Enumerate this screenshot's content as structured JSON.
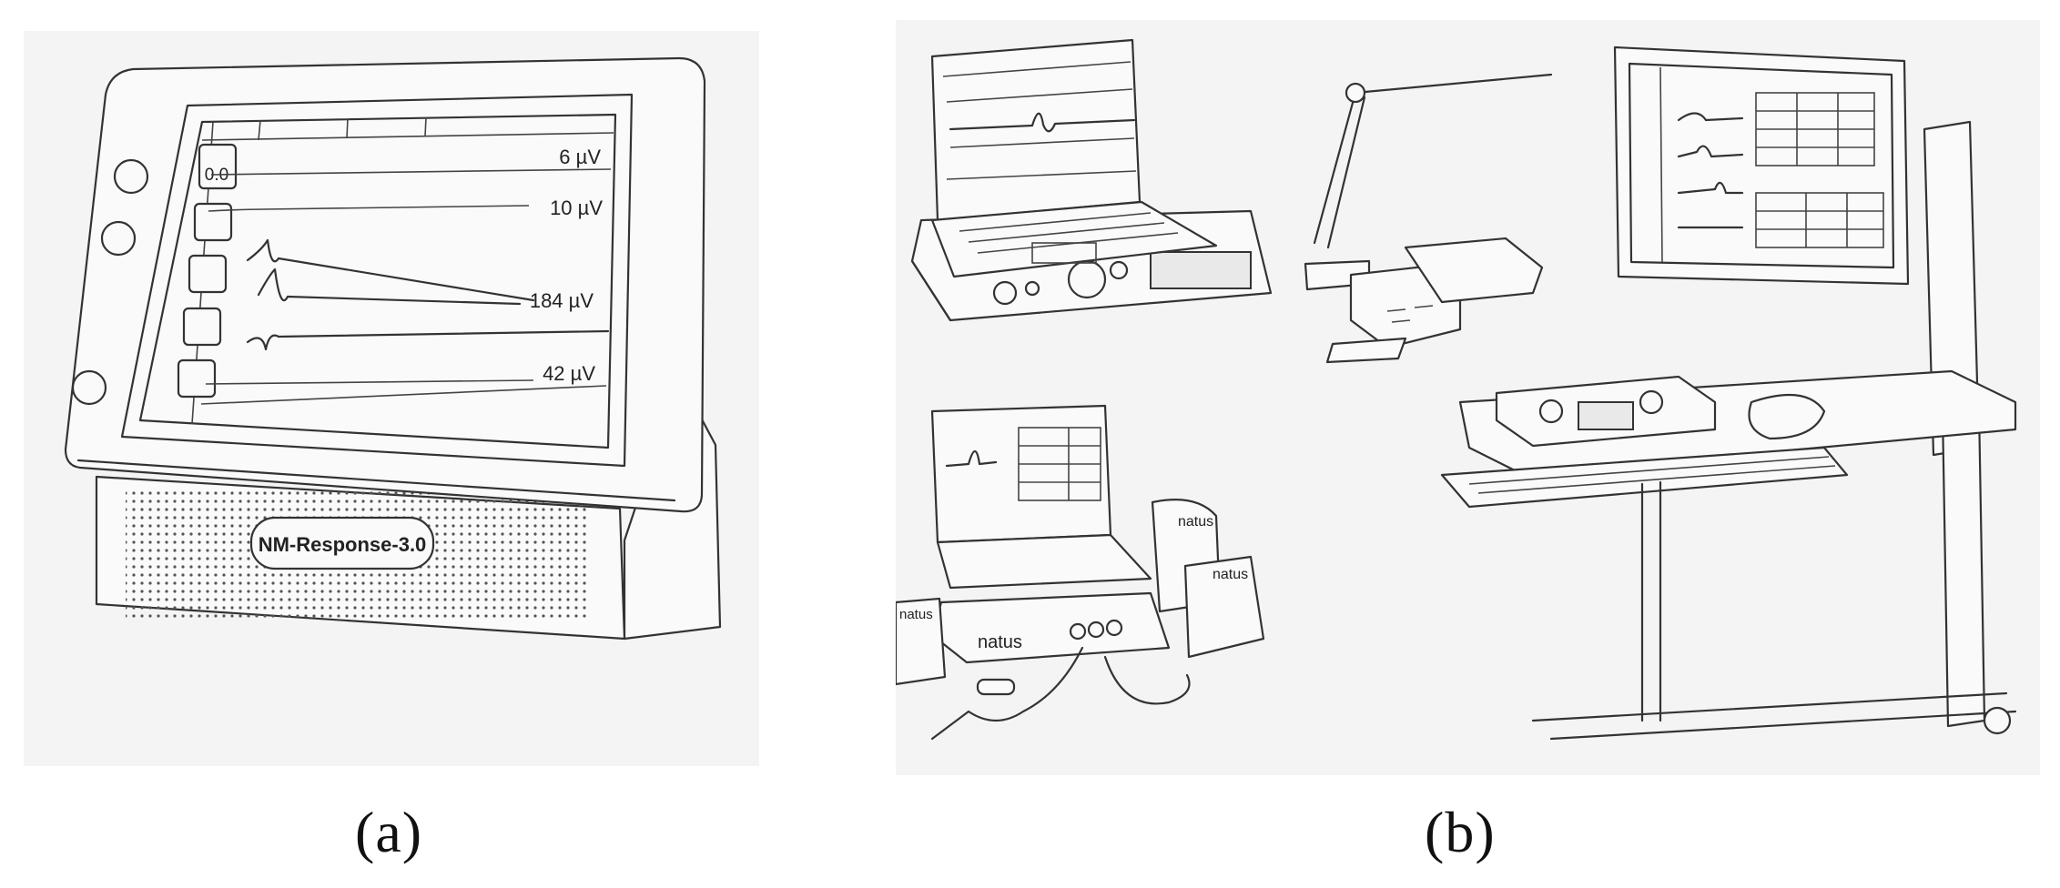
{
  "panel_a": {
    "caption": "(a)",
    "device_label": "NM-Response-3.0",
    "screen_readout": "0.0",
    "channels": [
      {
        "amplitude": "6 µV"
      },
      {
        "amplitude": "10 µV"
      },
      {
        "amplitude": "184 µV"
      },
      {
        "amplitude": "42 µV"
      }
    ]
  },
  "panel_b": {
    "caption": "(b)",
    "brand_labels": [
      "natus",
      "natus",
      "natus",
      "natus"
    ]
  }
}
